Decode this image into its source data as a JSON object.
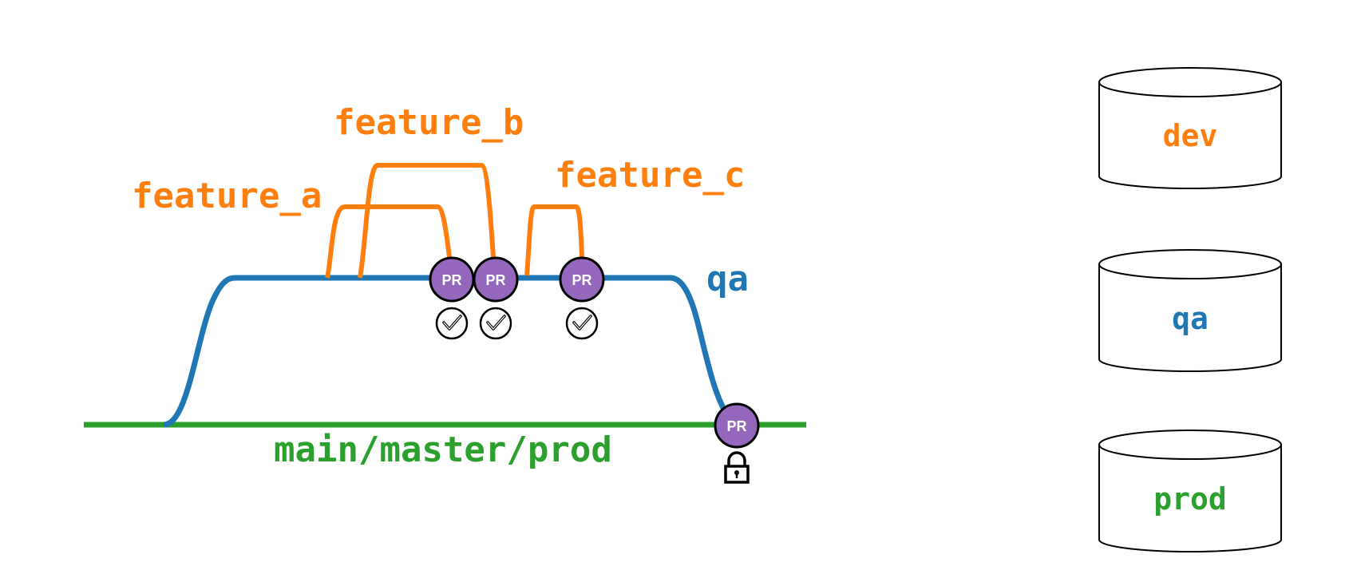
{
  "colors": {
    "feature": "#ff7f0e",
    "qa": "#1f77b4",
    "main": "#2ca02c",
    "pr": "#9467bd",
    "outline": "#000000"
  },
  "branches": {
    "feature_a": "feature_a",
    "feature_b": "feature_b",
    "feature_c": "feature_c",
    "qa": "qa",
    "main": "main/master/prod"
  },
  "pull_requests": {
    "label": "PR",
    "qa_count": 3,
    "main_count": 1
  },
  "environments": [
    "dev",
    "qa",
    "prod"
  ],
  "icons": {
    "approved": "check-circle-icon",
    "locked": "lock-icon"
  }
}
